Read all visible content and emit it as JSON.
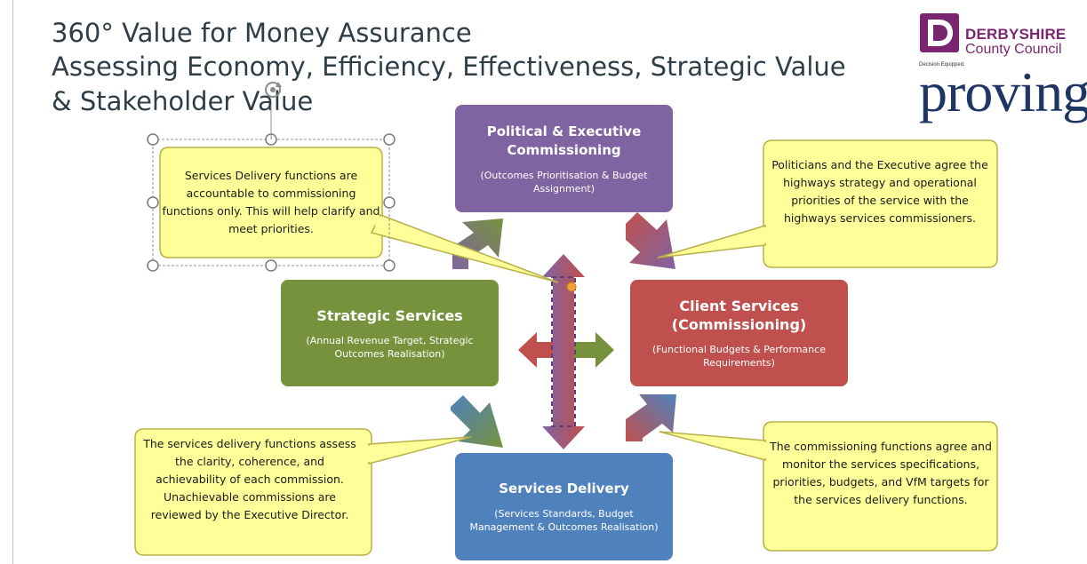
{
  "title": {
    "line1": "360° Value for Money Assurance",
    "line2": "Assessing Economy, Efficiency, Effectiveness, Strategic Value",
    "line3": "& Stakeholder Value"
  },
  "logo": {
    "org_name": "DERBYSHIRE",
    "org_sub": "County Council",
    "tagline": "Decision Equipped.",
    "wordmark": "proving"
  },
  "boxes": {
    "political": {
      "heading": "Political & Executive Commissioning",
      "detail": "(Outcomes Prioritisation & Budget Assignment)",
      "color": "#8064a2"
    },
    "strategic": {
      "heading": "Strategic Services",
      "detail": "(Annual Revenue Target, Strategic Outcomes Realisation)",
      "color": "#76923c"
    },
    "client": {
      "heading": "Client Services (Commissioning)",
      "detail": "(Functional Budgets & Performance Requirements)",
      "color": "#c0504d"
    },
    "delivery": {
      "heading": "Services Delivery",
      "detail": "(Services Standards, Budget Management & Outcomes Realisation)",
      "color": "#4f81bd"
    }
  },
  "callouts": {
    "top_left": "Services Delivery functions are accountable to commissioning functions only. This will help clarify and meet priorities.",
    "top_right": "Politicians and the Executive agree the highways strategy and operational priorities of the service with the highways services commissioners.",
    "bottom_left": "The services delivery functions assess the clarity, coherence, and achievability of each commission. Unachievable commissions are reviewed by the Executive Director.",
    "bottom_right": "The commissioning functions agree and monitor the services specifications, priorities, budgets, and VfM targets for the services delivery functions.",
    "fill": "#ffff99",
    "stroke": "#b8b04a"
  },
  "icons": {
    "rotate": "rotate-handle-icon",
    "logo_mark": "derbyshire-d-icon"
  }
}
